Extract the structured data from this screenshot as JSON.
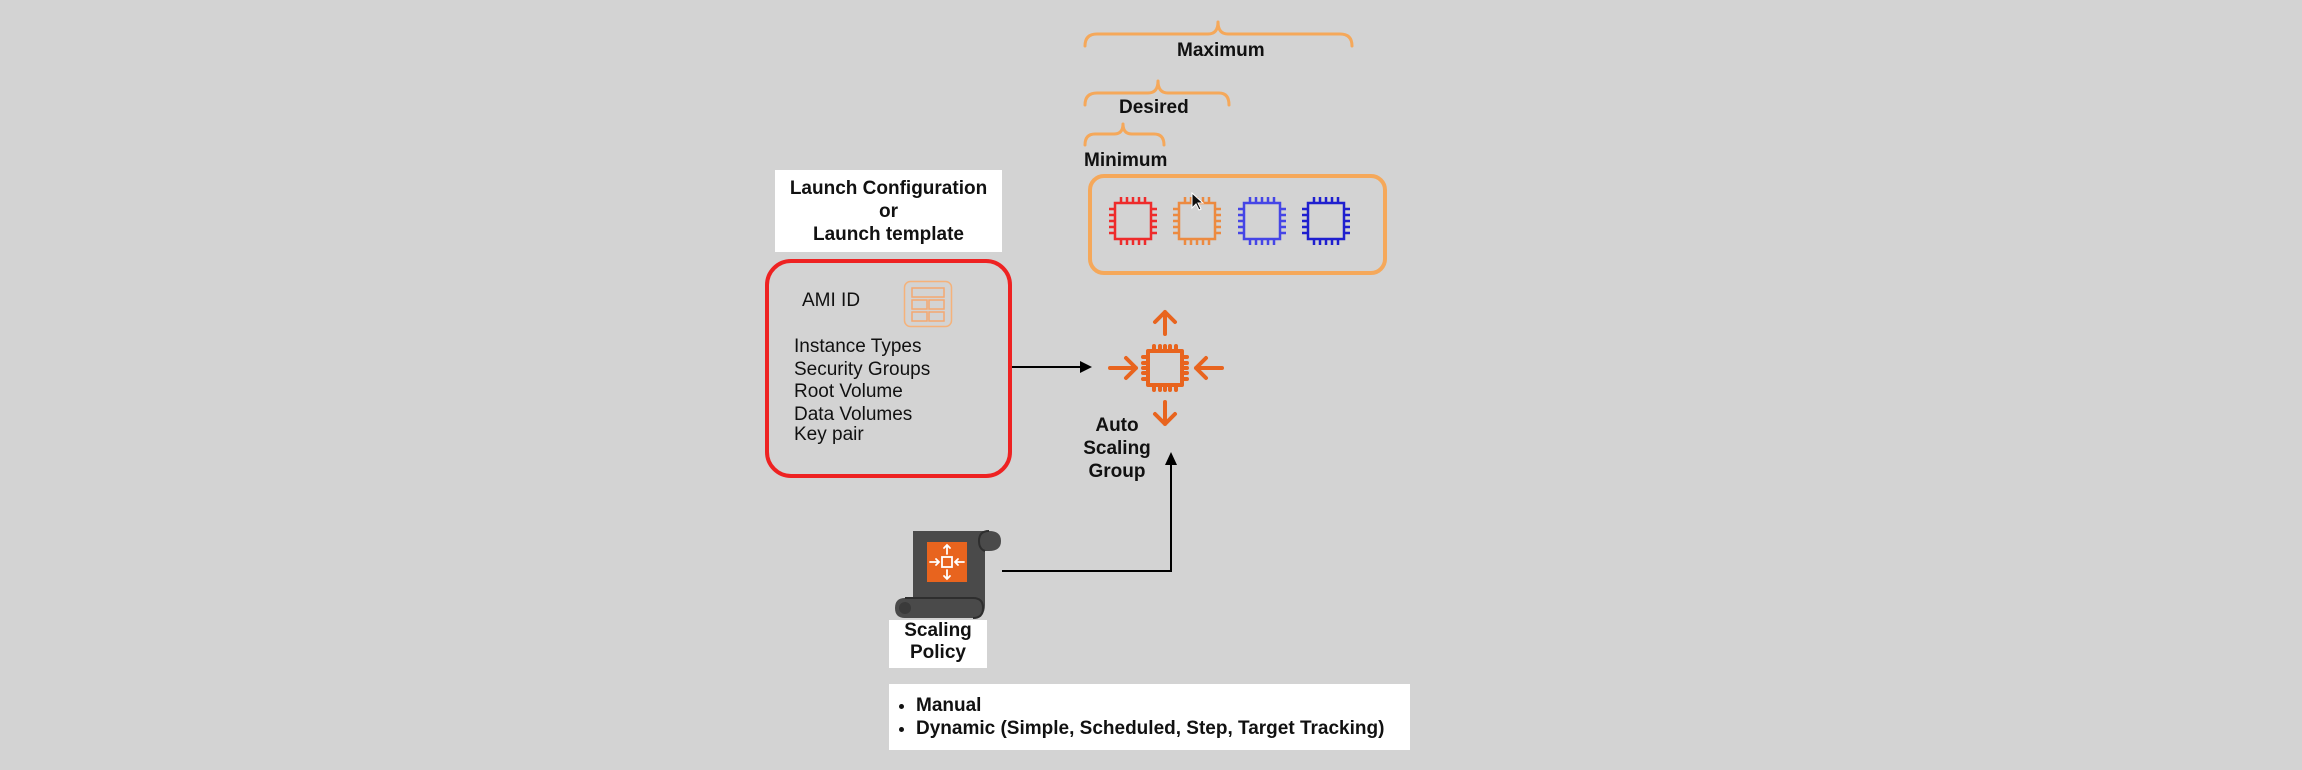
{
  "capacity": {
    "maximum": "Maximum",
    "desired": "Desired",
    "minimum": "Minimum"
  },
  "launch": {
    "line1": "Launch Configuration",
    "line2": "or",
    "line3": "Launch template"
  },
  "config": {
    "ami_label": "AMI ID",
    "properties": [
      "Instance Types",
      "Security Groups",
      "Root Volume",
      "Data Volumes",
      "Key pair"
    ]
  },
  "asg": {
    "line1": "Auto",
    "line2": "Scaling",
    "line3": "Group"
  },
  "policy": {
    "line1": "Scaling",
    "line2": "Policy",
    "modes": [
      "Manual",
      "Dynamic (Simple, Scheduled, Step, Target Tracking)"
    ]
  },
  "colors": {
    "background": "#d3d3d3",
    "capacity_orange": "#f5a85a",
    "config_red": "#ee2222",
    "asg_orange": "#e8641e",
    "instance_red": "#ee2b2b",
    "instance_orange": "#ec8a40",
    "instance_blue": "#4545e6",
    "instance_navy": "#1f1fcf",
    "policy_dark": "#4a4a4a"
  },
  "icons": {
    "ami": "ami-grid-icon",
    "asg": "auto-scaling-icon",
    "policy": "scaling-policy-scroll-icon",
    "instances": [
      "ec2-instance-icon",
      "ec2-instance-icon",
      "ec2-instance-icon",
      "ec2-instance-icon"
    ]
  }
}
